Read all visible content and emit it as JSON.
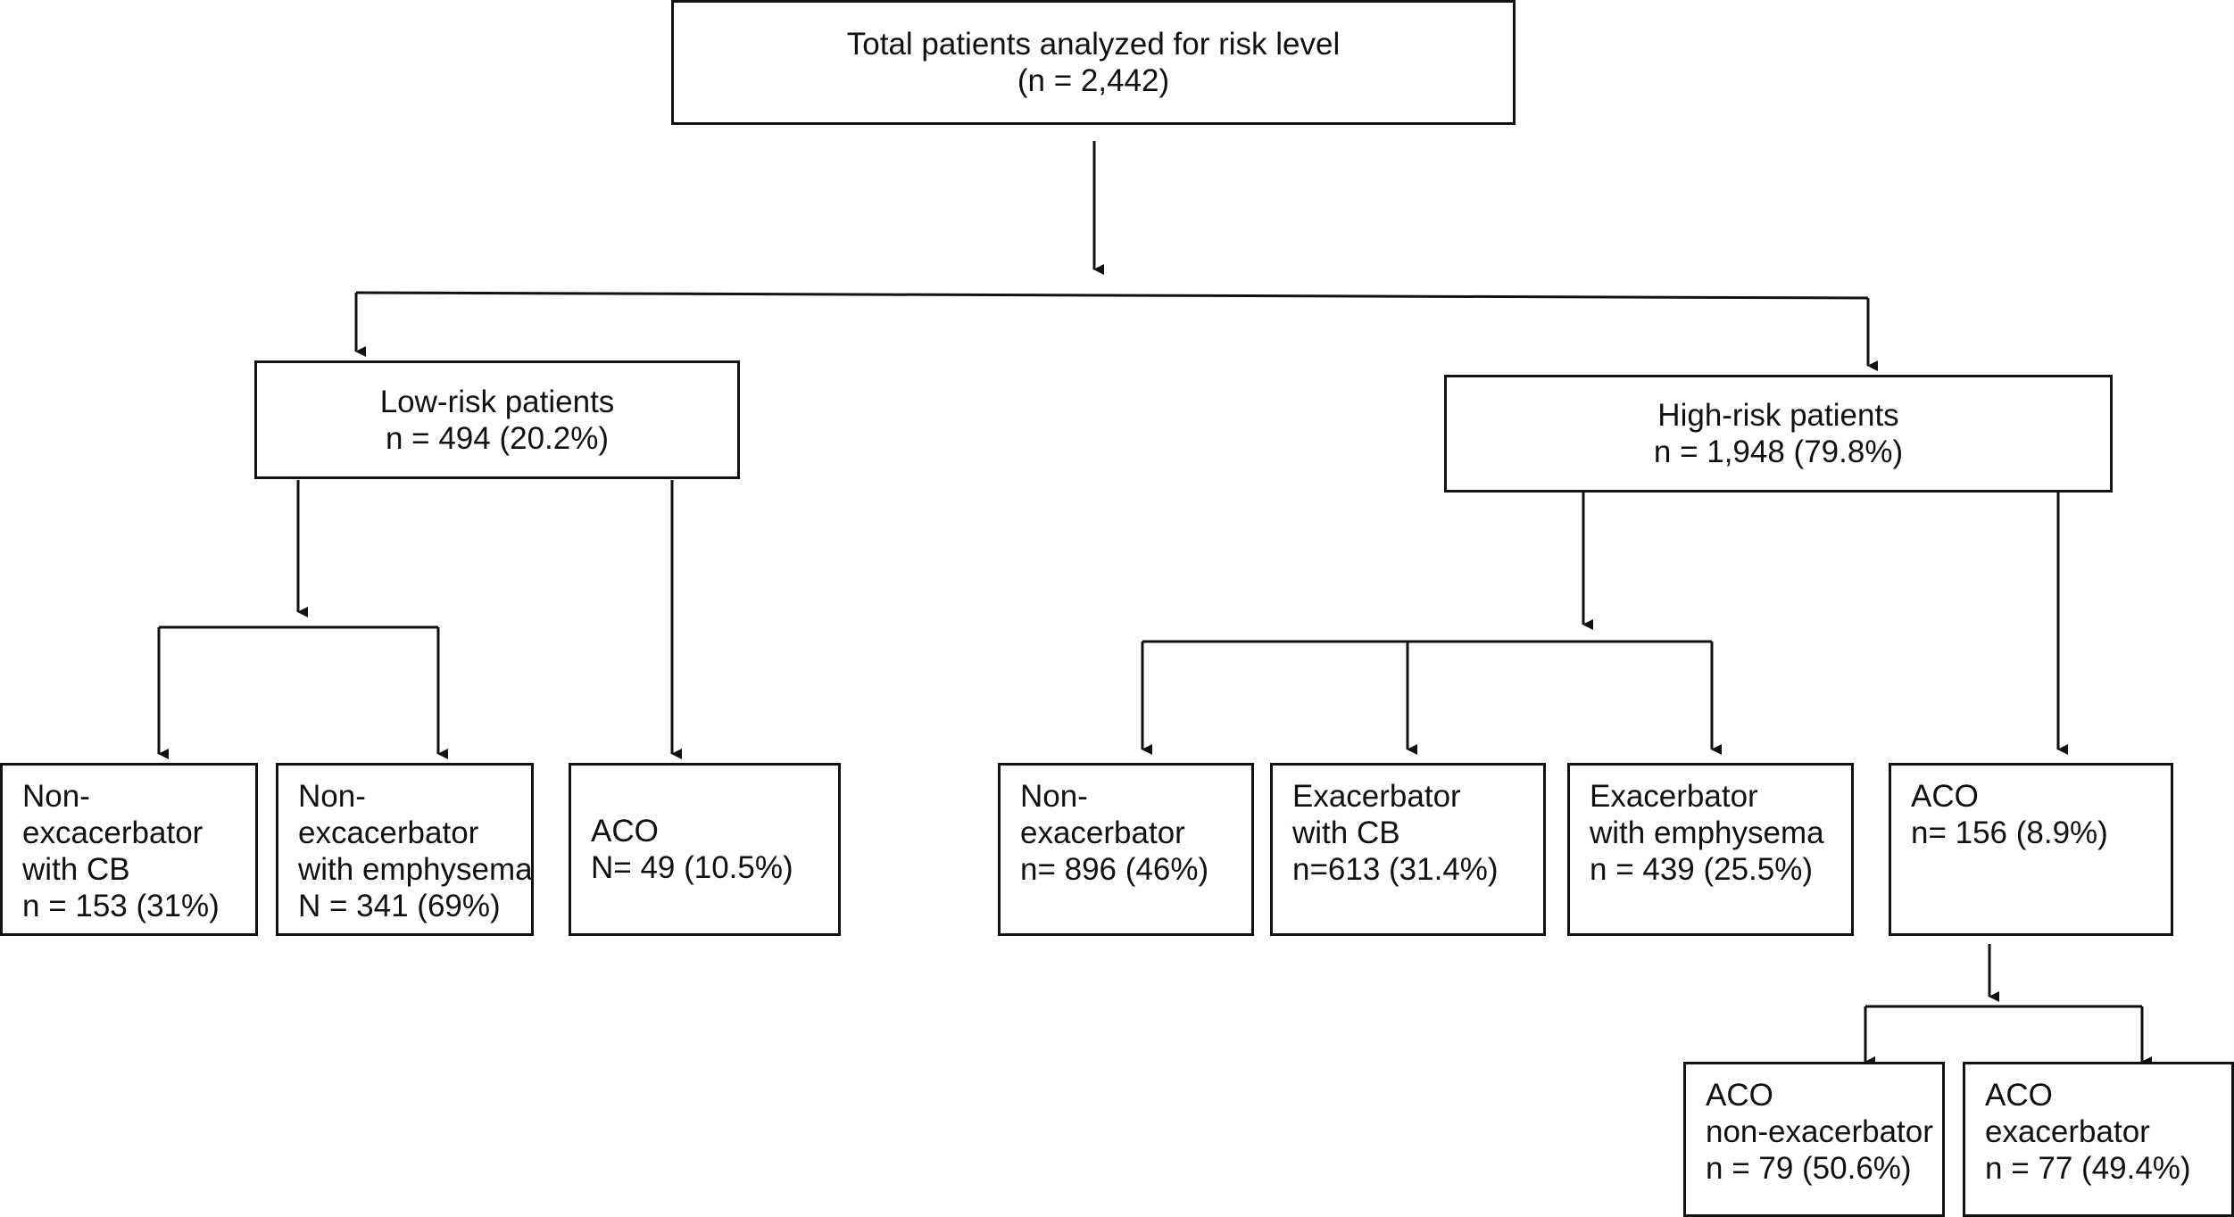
{
  "root": {
    "line1": "Total patients analyzed for risk level",
    "line2": "(n = 2,442)"
  },
  "low_risk": {
    "line1": "Low-risk patients",
    "line2": "n = 494 (20.2%)"
  },
  "high_risk": {
    "line1": "High-risk patients",
    "line2": "n = 1,948 (79.8%)"
  },
  "low_nonexac_cb": {
    "line1": "Non-",
    "line2": "excacerbator",
    "line3": "with CB",
    "line4": "n = 153 (31%)"
  },
  "low_nonexac_emph": {
    "line1": "Non-",
    "line2": "excacerbator",
    "line3": "with emphysema",
    "line4": "N = 341 (69%)"
  },
  "low_aco": {
    "line1": "ACO",
    "line2": "N= 49 (10.5%)"
  },
  "high_nonexac": {
    "line1": "Non-",
    "line2": "exacerbator",
    "line3": "n= 896 (46%)"
  },
  "high_exac_cb": {
    "line1": "Exacerbator",
    "line2": "with CB",
    "line3": "n=613 (31.4%)"
  },
  "high_exac_emph": {
    "line1": "Exacerbator",
    "line2": "with emphysema",
    "line3": "n = 439 (25.5%)"
  },
  "high_aco": {
    "line1": "ACO",
    "line2": "n= 156 (8.9%)"
  },
  "aco_nonexac": {
    "line1": "ACO",
    "line2": "non-exacerbator",
    "line3": "n = 79 (50.6%)"
  },
  "aco_exac": {
    "line1": "ACO",
    "line2": "exacerbator",
    "line3": "n = 77 (49.4%)"
  }
}
